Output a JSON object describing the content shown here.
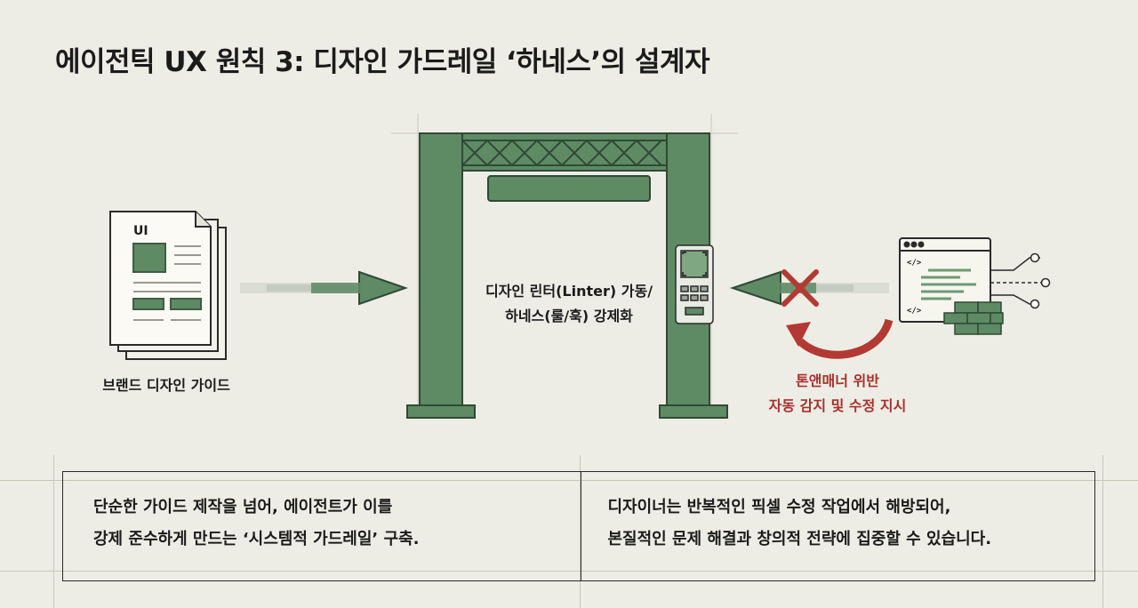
{
  "title": "에이전틱 UX 원칙 3:  디자인 가드레일 ‘하네스’의 설계자",
  "document": {
    "ui_tag": "UI",
    "label": "브랜드 디자인 가이드"
  },
  "gate": {
    "line1": "디자인 린터(Linter) 가동/",
    "line2": "하네스(룰/훅) 강제화"
  },
  "violation": {
    "line1": "톤앤매너 위반",
    "line2": "자동 감지 및 수정 지시"
  },
  "bottom_panel": {
    "left": {
      "line1": "단순한 가이드 제작을 넘어, 에이전트가 이를",
      "line2": "강제 준수하게 만드는 ‘시스템적 가드레일’ 구축."
    },
    "right": {
      "line1": "디자이너는 반복적인 픽셀 수정 작업에서 해방되어,",
      "line2": "본질적인 문제 해결과 창의적 전략에 집중할 수 있습니다."
    }
  },
  "colors": {
    "background": "#eeede5",
    "gate_green": "#5e8a64",
    "gate_dark": "#2f4a34",
    "alert_red": "#b23a33",
    "text": "#1b1b1b"
  },
  "icons": [
    "document-icon",
    "right-arrow-icon",
    "gate-icon",
    "scanner-icon",
    "left-arrow-icon",
    "x-mark-icon",
    "return-arrow-icon",
    "code-window-icon",
    "brick-icon"
  ]
}
